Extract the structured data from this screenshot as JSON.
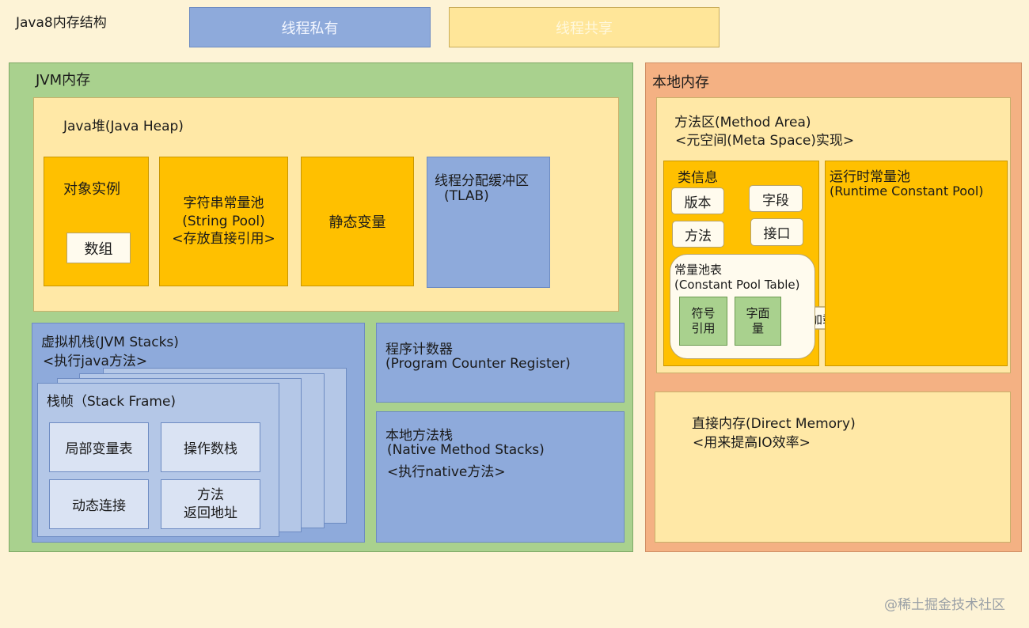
{
  "title": "Java8内存结构",
  "legend": {
    "private": "线程私有",
    "shared": "线程共享"
  },
  "jvm": {
    "label": "JVM内存",
    "heap": {
      "label": "Java堆(Java Heap)",
      "object_instance": "对象实例",
      "array": "数组",
      "string_pool": [
        "字符串常量池",
        "(String Pool)",
        "<存放直接引用>"
      ],
      "static_vars": "静态变量",
      "tlab": [
        "线程分配缓冲区",
        "(TLAB)"
      ]
    },
    "stacks": {
      "title": [
        "虚拟机栈(JVM Stacks)",
        "<执行java方法>"
      ],
      "frame_label": "栈帧（Stack Frame)",
      "local_vars": "局部变量表",
      "operand_stack": "操作数栈",
      "dynamic_link": "动态连接",
      "return_addr": [
        "方法",
        "返回地址"
      ]
    },
    "pc": [
      "程序计数器",
      "(Program Counter Register)"
    ],
    "native_stacks": [
      "本地方法栈",
      "(Native Method Stacks)",
      "<执行native方法>"
    ]
  },
  "native": {
    "label": "本地内存",
    "method_area": {
      "title": [
        "方法区(Method Area)",
        "<元空间(Meta Space)实现>"
      ],
      "class_info": {
        "label": "类信息",
        "version": "版本",
        "field": "字段",
        "method": "方法",
        "interface": "接口",
        "constant_pool_table": [
          "常量池表",
          "(Constant Pool Table)"
        ],
        "symbol_ref": [
          "符号",
          "引用"
        ],
        "literal": [
          "字面",
          "量"
        ]
      },
      "arrow_label": "类加载后",
      "runtime_pool": [
        "运行时常量池",
        "(Runtime Constant Pool)"
      ]
    },
    "direct_memory": [
      "直接内存(Direct Memory)",
      "<用来提高IO效率>"
    ]
  },
  "watermark": "@稀土掘金技术社区",
  "colors": {
    "background": "#fdf3d6",
    "jvm_green": "#a9d18e",
    "native_salmon": "#f4b183",
    "heap_cream": "#ffe8a6",
    "orange": "#ffc000",
    "private_blue": "#8eaadb",
    "shared_yellow": "#ffe699"
  }
}
